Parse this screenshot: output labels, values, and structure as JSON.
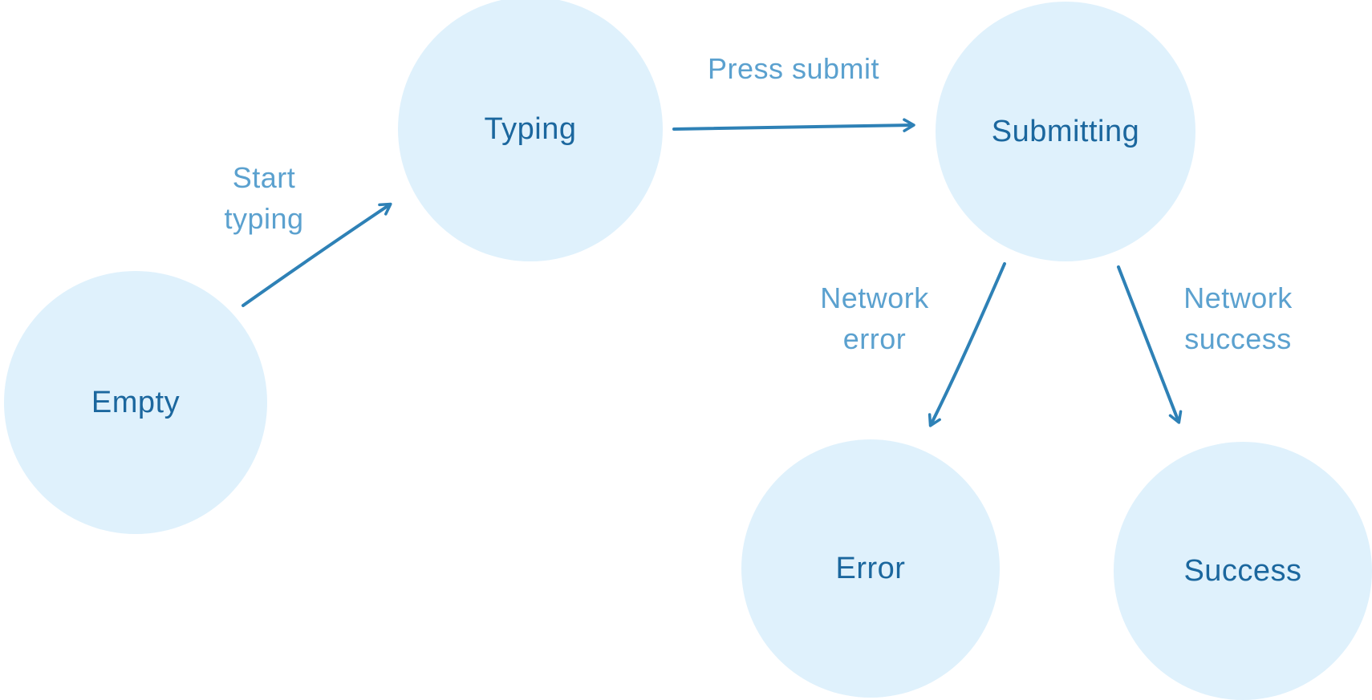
{
  "diagram": {
    "type": "state-machine",
    "nodes": [
      {
        "id": "empty",
        "label": "Empty"
      },
      {
        "id": "typing",
        "label": "Typing"
      },
      {
        "id": "submitting",
        "label": "Submitting"
      },
      {
        "id": "error",
        "label": "Error"
      },
      {
        "id": "success",
        "label": "Success"
      }
    ],
    "transitions": [
      {
        "from": "empty",
        "to": "typing",
        "label": "Start typing"
      },
      {
        "from": "typing",
        "to": "submitting",
        "label": "Press submit"
      },
      {
        "from": "submitting",
        "to": "error",
        "label": "Network error"
      },
      {
        "from": "submitting",
        "to": "success",
        "label": "Network success"
      }
    ],
    "colors": {
      "background": "#ffffff",
      "node_fill": "#dff1fc",
      "node_text": "#1b679e",
      "arrow": "#2e81b6",
      "transition_label_text": "#5ba1cf"
    }
  }
}
